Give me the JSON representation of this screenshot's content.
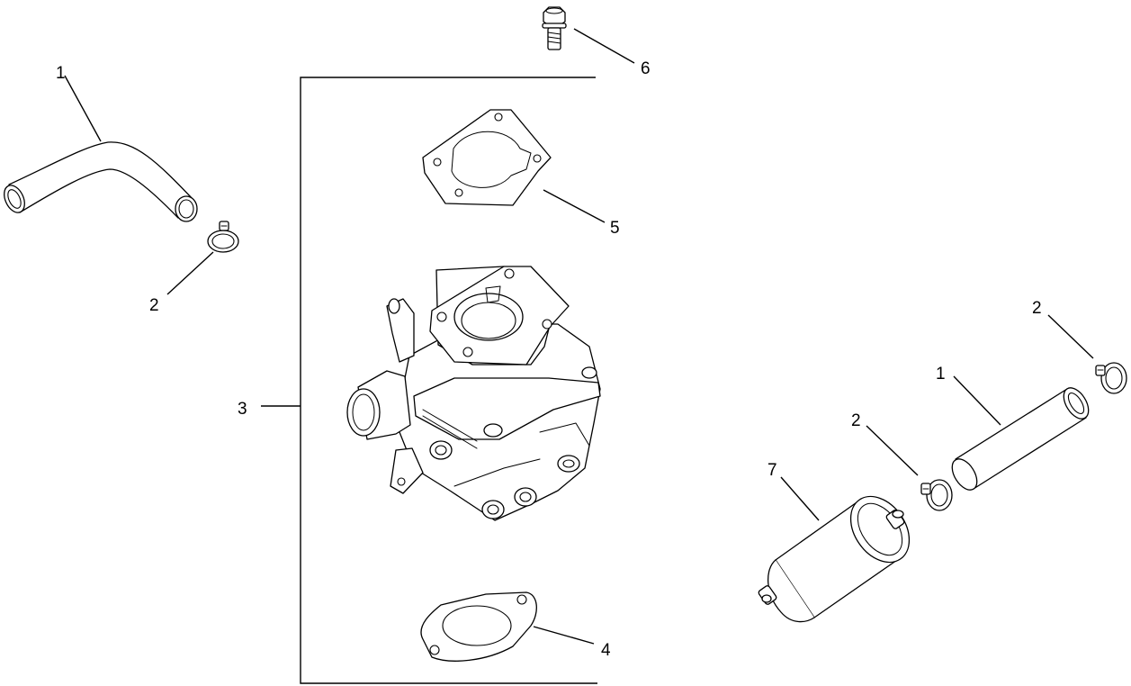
{
  "diagram": {
    "callouts": [
      {
        "id": "c1a",
        "text": "1"
      },
      {
        "id": "c2a",
        "text": "2"
      },
      {
        "id": "c3",
        "text": "3"
      },
      {
        "id": "c4",
        "text": "4"
      },
      {
        "id": "c5",
        "text": "5"
      },
      {
        "id": "c6",
        "text": "6"
      },
      {
        "id": "c1b",
        "text": "1"
      },
      {
        "id": "c2b",
        "text": "2"
      },
      {
        "id": "c2c",
        "text": "2"
      },
      {
        "id": "c7",
        "text": "7"
      }
    ]
  }
}
